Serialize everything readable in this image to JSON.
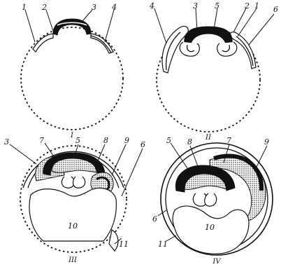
{
  "panels": [
    {
      "caption": "I",
      "labels": [
        "1",
        "2",
        "3",
        "4"
      ]
    },
    {
      "caption": "II",
      "labels": [
        "4",
        "3",
        "5",
        "2",
        "1",
        "6"
      ]
    },
    {
      "caption": "III",
      "labels": [
        "3",
        "7",
        "5",
        "8",
        "9",
        "6",
        "10",
        "11"
      ]
    },
    {
      "caption": "IV",
      "labels": [
        "5",
        "8",
        "7",
        "9",
        "6",
        "10",
        "11"
      ]
    }
  ]
}
